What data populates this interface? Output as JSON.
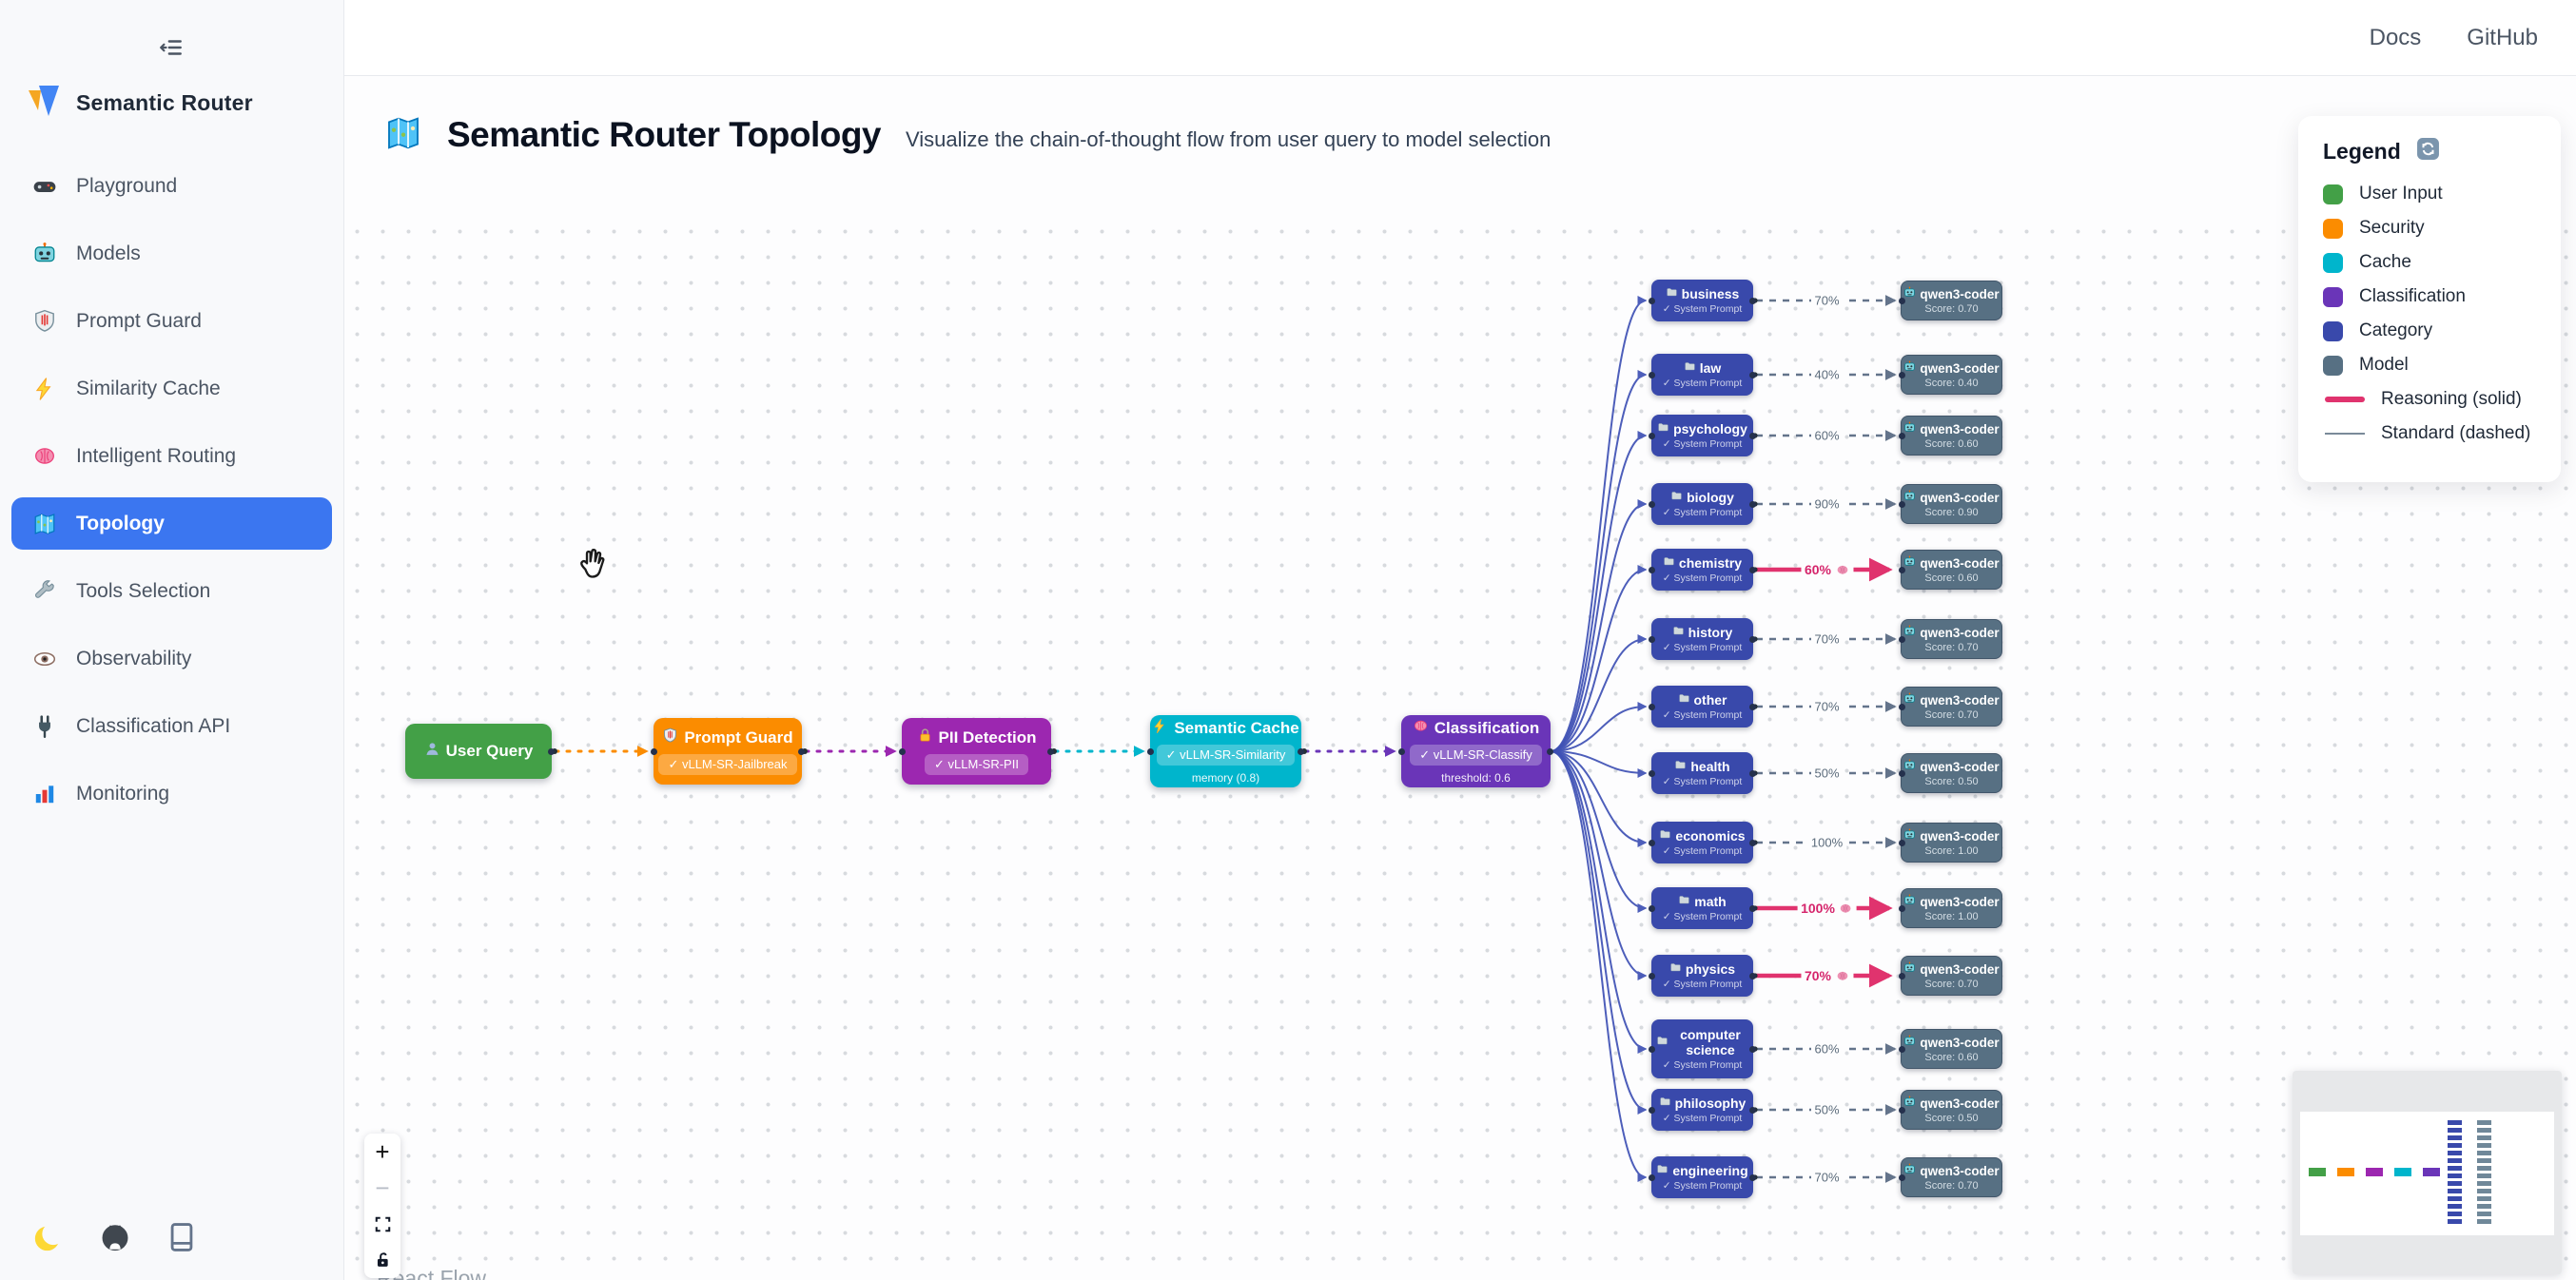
{
  "app": {
    "name": "Semantic Router"
  },
  "topbar": {
    "links": [
      {
        "label": "Docs"
      },
      {
        "label": "GitHub"
      }
    ]
  },
  "sidebar": {
    "items": [
      {
        "label": "Playground",
        "icon": "gamepad-icon",
        "active": false
      },
      {
        "label": "Models",
        "icon": "robot-icon",
        "active": false
      },
      {
        "label": "Prompt Guard",
        "icon": "shield-icon",
        "active": false
      },
      {
        "label": "Similarity Cache",
        "icon": "lightning-icon",
        "active": false
      },
      {
        "label": "Intelligent Routing",
        "icon": "brain-icon",
        "active": false
      },
      {
        "label": "Topology",
        "icon": "map-icon",
        "active": true
      },
      {
        "label": "Tools Selection",
        "icon": "wrench-icon",
        "active": false
      },
      {
        "label": "Observability",
        "icon": "eye-icon",
        "active": false
      },
      {
        "label": "Classification API",
        "icon": "plug-icon",
        "active": false
      },
      {
        "label": "Monitoring",
        "icon": "barchart-icon",
        "active": false
      }
    ],
    "footer_icons": [
      "moon-icon",
      "github-icon",
      "book-icon"
    ]
  },
  "header": {
    "title": "Semantic Router Topology",
    "title_icon": "map-icon",
    "subtitle": "Visualize the chain-of-thought flow from user query to model selection"
  },
  "legend": {
    "title": "Legend",
    "title_icon": "refresh-icon",
    "items": [
      {
        "label": "User Input",
        "color": "#43a047"
      },
      {
        "label": "Security",
        "color": "#fb8c00"
      },
      {
        "label": "Cache",
        "color": "#00b5cc"
      },
      {
        "label": "Classification",
        "color": "#6a35b8"
      },
      {
        "label": "Category",
        "color": "#3949ab"
      },
      {
        "label": "Model",
        "color": "#577083"
      }
    ],
    "line_items": [
      {
        "label": "Reasoning (solid)",
        "color": "#e0336e",
        "dashed": false
      },
      {
        "label": "Standard (dashed)",
        "color": "#7a8a99",
        "dashed": true
      }
    ]
  },
  "flow": {
    "pipeline": [
      {
        "label": "User Query",
        "icon": "user-icon",
        "badge": "",
        "sub": "",
        "color": "#43a047"
      },
      {
        "label": "Prompt Guard",
        "icon": "shield-icon",
        "badge": "✓ vLLM-SR-Jailbreak",
        "sub": "",
        "color": "#fb8c00"
      },
      {
        "label": "PII Detection",
        "icon": "lock-icon",
        "badge": "✓ vLLM-SR-PII",
        "sub": "",
        "color": "#9c27b0"
      },
      {
        "label": "Semantic Cache",
        "icon": "lightning-icon",
        "badge": "✓ vLLM-SR-Similarity",
        "sub": "memory (0.8)",
        "color": "#00b5cc"
      },
      {
        "label": "Classification",
        "icon": "brain-icon",
        "badge": "✓ vLLM-SR-Classify",
        "sub": "threshold: 0.6",
        "color": "#6a35b8"
      }
    ],
    "category_icon": "folder-icon",
    "category_sub": "✓ System Prompt",
    "model_icon": "robot-icon",
    "model_label": "qwen3-coder",
    "categories": [
      {
        "name": "business",
        "pct": "70%",
        "score": "Score: 0.70",
        "reasoning": false
      },
      {
        "name": "law",
        "pct": "40%",
        "score": "Score: 0.40",
        "reasoning": false
      },
      {
        "name": "psychology",
        "pct": "60%",
        "score": "Score: 0.60",
        "reasoning": false
      },
      {
        "name": "biology",
        "pct": "90%",
        "score": "Score: 0.90",
        "reasoning": false
      },
      {
        "name": "chemistry",
        "pct": "60%",
        "score": "Score: 0.60",
        "reasoning": true
      },
      {
        "name": "history",
        "pct": "70%",
        "score": "Score: 0.70",
        "reasoning": false
      },
      {
        "name": "other",
        "pct": "70%",
        "score": "Score: 0.70",
        "reasoning": false
      },
      {
        "name": "health",
        "pct": "50%",
        "score": "Score: 0.50",
        "reasoning": false
      },
      {
        "name": "economics",
        "pct": "100%",
        "score": "Score: 1.00",
        "reasoning": false
      },
      {
        "name": "math",
        "pct": "100%",
        "score": "Score: 1.00",
        "reasoning": true
      },
      {
        "name": "physics",
        "pct": "70%",
        "score": "Score: 0.70",
        "reasoning": true
      },
      {
        "name": "computer science",
        "pct": "60%",
        "score": "Score: 0.60",
        "reasoning": false
      },
      {
        "name": "philosophy",
        "pct": "50%",
        "score": "Score: 0.50",
        "reasoning": false
      },
      {
        "name": "engineering",
        "pct": "70%",
        "score": "Score: 0.70",
        "reasoning": false
      }
    ],
    "edge_colors": {
      "reasoning": "#e0336e",
      "standard": "#64748b",
      "fan": "#3f51b5"
    }
  },
  "controls": [
    {
      "name": "zoom-in",
      "glyph": "+"
    },
    {
      "name": "zoom-out",
      "glyph": "−"
    },
    {
      "name": "fit-view",
      "glyph": ""
    },
    {
      "name": "lock",
      "glyph": ""
    }
  ],
  "attribution": "React Flow"
}
